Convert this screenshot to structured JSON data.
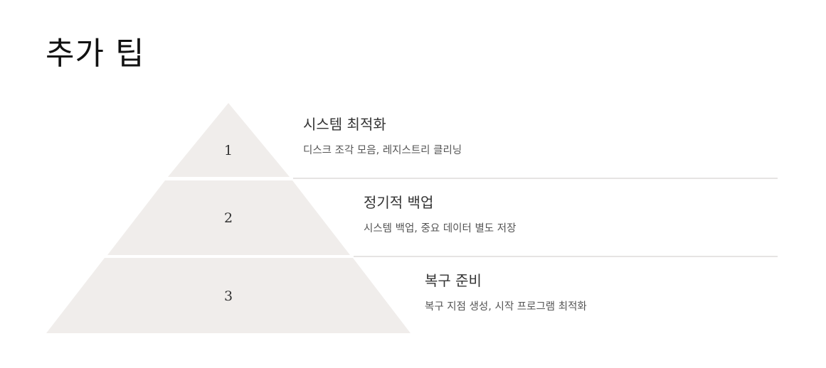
{
  "page": {
    "title": "추가 팁"
  },
  "colors": {
    "layer_fill": "#f0edeb",
    "divider": "#e6e4e3",
    "title_text": "#111111",
    "item_title_text": "#333333",
    "item_desc_text": "#555555"
  },
  "pyramid": {
    "layers": [
      {
        "number": "1",
        "title": "시스템 최적화",
        "description": "디스크 조각 모음, 레지스트리 클리닝"
      },
      {
        "number": "2",
        "title": "정기적 백업",
        "description": "시스템 백업, 중요 데이터 별도 저장"
      },
      {
        "number": "3",
        "title": "복구 준비",
        "description": "복구 지점 생성, 시작 프로그램 최적화"
      }
    ]
  }
}
